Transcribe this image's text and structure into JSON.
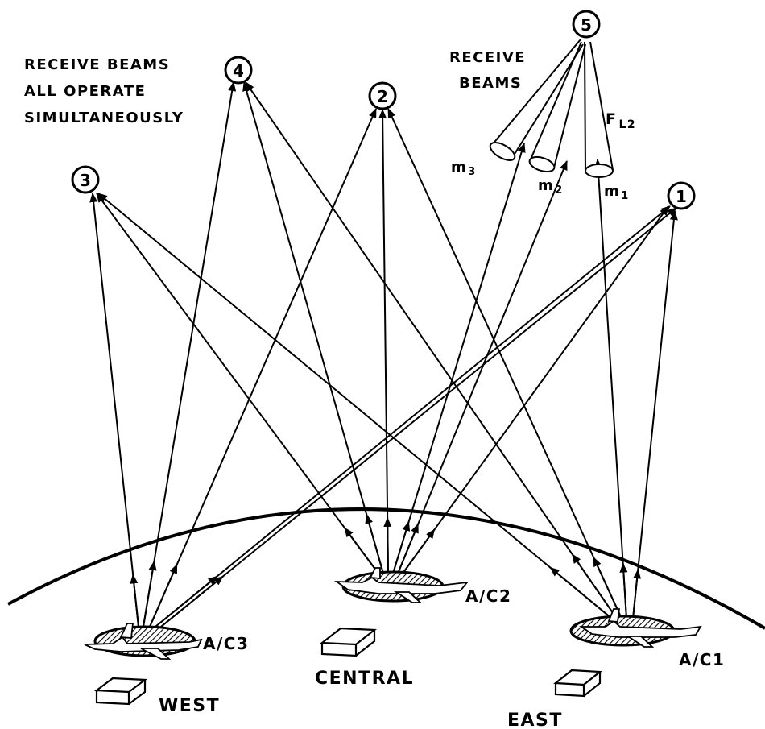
{
  "labels": {
    "receive_all_line1": "RECEIVE BEAMS",
    "receive_all_line2": "ALL OPERATE",
    "receive_all_line3": "SIMULTANEOUSLY",
    "receive_beams_line1": "RECEIVE",
    "receive_beams_line2": "BEAMS",
    "f_l2_main": "F",
    "f_l2_sub": "L2",
    "m1_main": "m",
    "m1_sub": "1",
    "m2_main": "m",
    "m2_sub": "2",
    "m3_main": "m",
    "m3_sub": "3"
  },
  "satellites": [
    {
      "id": "1"
    },
    {
      "id": "2"
    },
    {
      "id": "3"
    },
    {
      "id": "4"
    },
    {
      "id": "5"
    }
  ],
  "aircraft": [
    {
      "label": "A/C1"
    },
    {
      "label": "A/C2"
    },
    {
      "label": "A/C3"
    }
  ],
  "stations": [
    {
      "label": "WEST"
    },
    {
      "label": "CENTRAL"
    },
    {
      "label": "EAST"
    }
  ]
}
